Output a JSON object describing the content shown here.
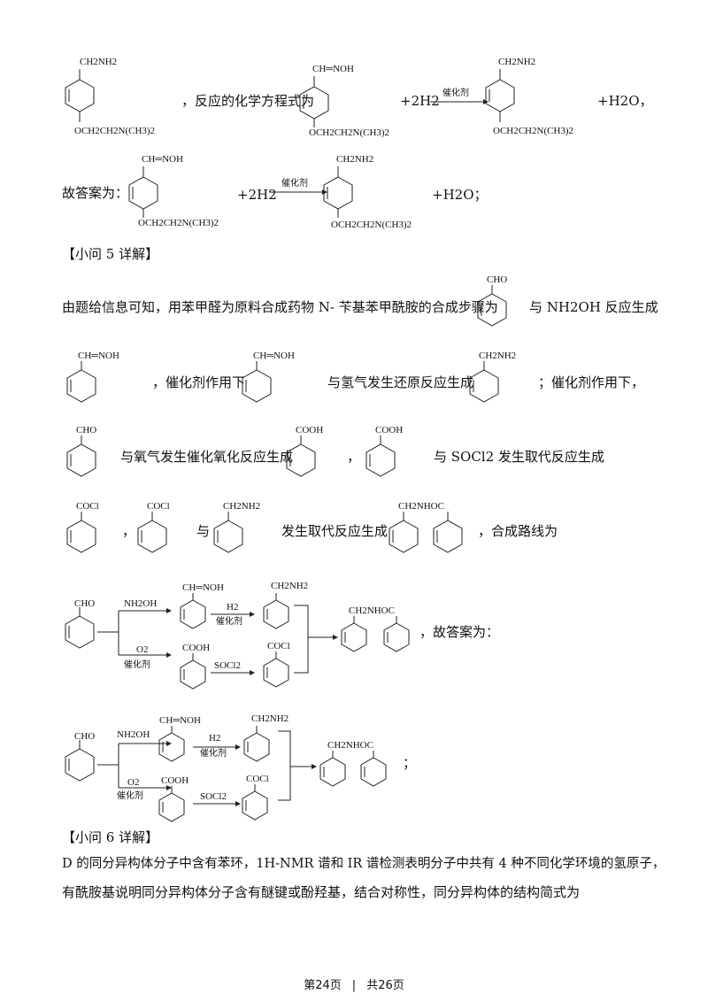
{
  "row1": {
    "mol_a": {
      "top": "CH2NH2",
      "bottom": "OCH2CH2N(CH3)2"
    },
    "text_reaction": "，反应的化学方程式为",
    "mol_b": {
      "top": "CH═NOH",
      "bottom": "OCH2CH2N(CH3)2"
    },
    "plus_h2": "+2H2",
    "catalyst": "催化剂",
    "mol_c": {
      "top": "CH2NH2",
      "bottom": "OCH2CH2N(CH3)2"
    },
    "plus_h2o": "+H2O，"
  },
  "row2": {
    "answer_label": "故答案为：",
    "mol_a": {
      "top": "CH═NOH",
      "bottom": "OCH2CH2N(CH3)2"
    },
    "plus_h2": "+2H2",
    "catalyst": "催化剂",
    "mol_b": {
      "top": "CH2NH2",
      "bottom": "OCH2CH2N(CH3)2"
    },
    "plus_h2o": "+H2O；"
  },
  "section5": {
    "title": "【小问 5 详解】"
  },
  "para5": {
    "line1": "由题给信息可知，用苯甲醛为原料合成药物 N- 苄基苯甲酰胺的合成步骤为",
    "line1_mol": "CHO",
    "line1_tail": "与 NH2OH 反应生成",
    "line2_mol1": "CH═NOH",
    "line2_t1": "，催化剂作用下",
    "line2_mol2": "CH═NOH",
    "line2_t2": "与氢气发生还原反应生成",
    "line2_mol3": "CH2NH2",
    "line2_t3": "；催化剂作用下，",
    "line3_mol1": "CHO",
    "line3_t1": "与氧气发生催化氧化反应生成",
    "line3_mol2": "COOH",
    "line3_t2": "，",
    "line3_mol3": "COOH",
    "line3_t3": "与 SOCl2 发生取代反应生成",
    "line4_mol1": "COCl",
    "line4_t1": "，",
    "line4_mol2": "COCl",
    "line4_t2": "与",
    "line4_mol3": "CH2NH2",
    "line4_t3": "发生取代反应生成",
    "line4_mol4": "CH2NHOC",
    "line4_t4": "，合成路线为"
  },
  "route1": {
    "start": "CHO",
    "reagent_top": "NH2OH",
    "oxime": "CH═NOH",
    "h2": "H2",
    "cat1": "催化剂",
    "amine": "CH2NH2",
    "o2": "O2",
    "cat2": "催化剂",
    "acid": "COOH",
    "socl2": "SOCl2",
    "acyl": "COCl",
    "product": "CH2NHOC",
    "tail": "，故答案为："
  },
  "route2": {
    "start": "CHO",
    "reagent_top": "NH2OH",
    "oxime": "CH═NOH",
    "h2": "H2",
    "cat1": "催化剂",
    "amine": "CH2NH2",
    "o2": "O2",
    "cat2": "催化剂",
    "acid": "COOH",
    "socl2": "SOCl2",
    "acyl": "COCl",
    "product": "CH2NHOC",
    "tail": "；"
  },
  "section6": {
    "title": "【小问 6 详解】"
  },
  "para6": {
    "line1": "D 的同分异构体分子中含有苯环，1H-NMR 谱和 IR 谱检测表明分子中共有 4 种不同化学环境的氢原子，",
    "line2": "有酰胺基说明同分异构体分子含有醚键或酚羟基，结合对称性，同分异构体的结构简式为"
  },
  "footer": {
    "page": "第24页",
    "sep": "|",
    "total": "共26页"
  }
}
